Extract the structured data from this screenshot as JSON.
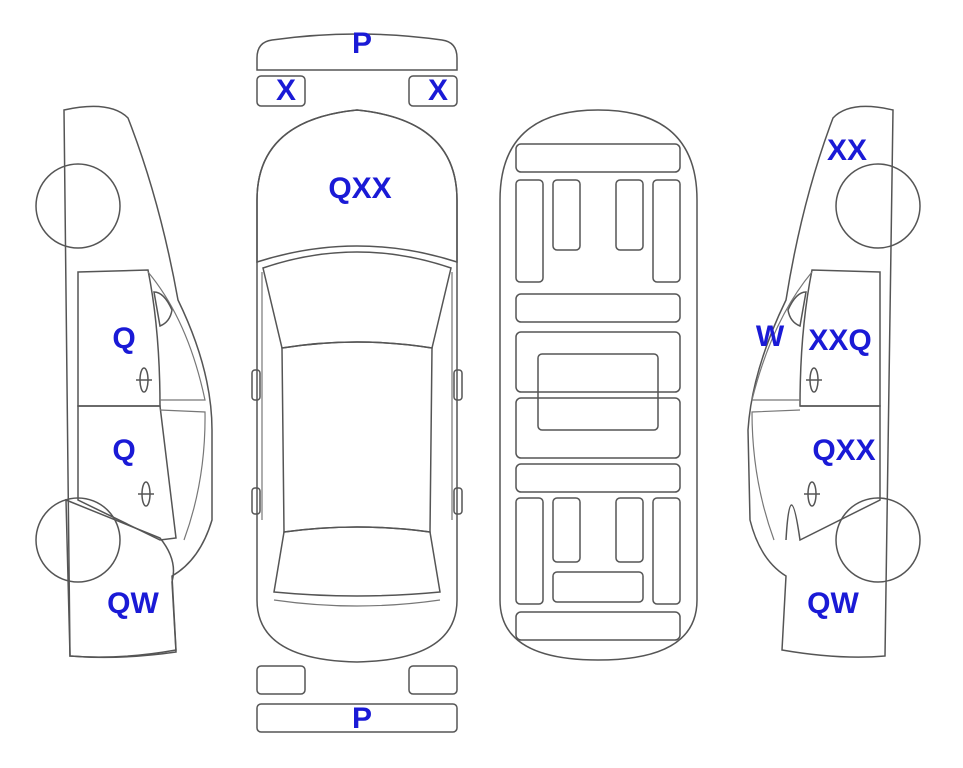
{
  "colors": {
    "damage_orange": "#f9a825",
    "damage_blue": "#dff4fb",
    "outline": "#555555",
    "label": "#1a1ad6"
  },
  "labels": {
    "front_bumper": "P",
    "front_left_light": "X",
    "front_right_light": "X",
    "hood": "QXX",
    "rear_bumper": "P",
    "left_front_door": "Q",
    "left_rear_door": "Q",
    "left_rear_quarter": "QW",
    "right_front_fender": "XX",
    "right_mirror": "W",
    "right_front_door": "XXQ",
    "right_rear_door": "QXX",
    "right_rear_quarter": "QW"
  }
}
